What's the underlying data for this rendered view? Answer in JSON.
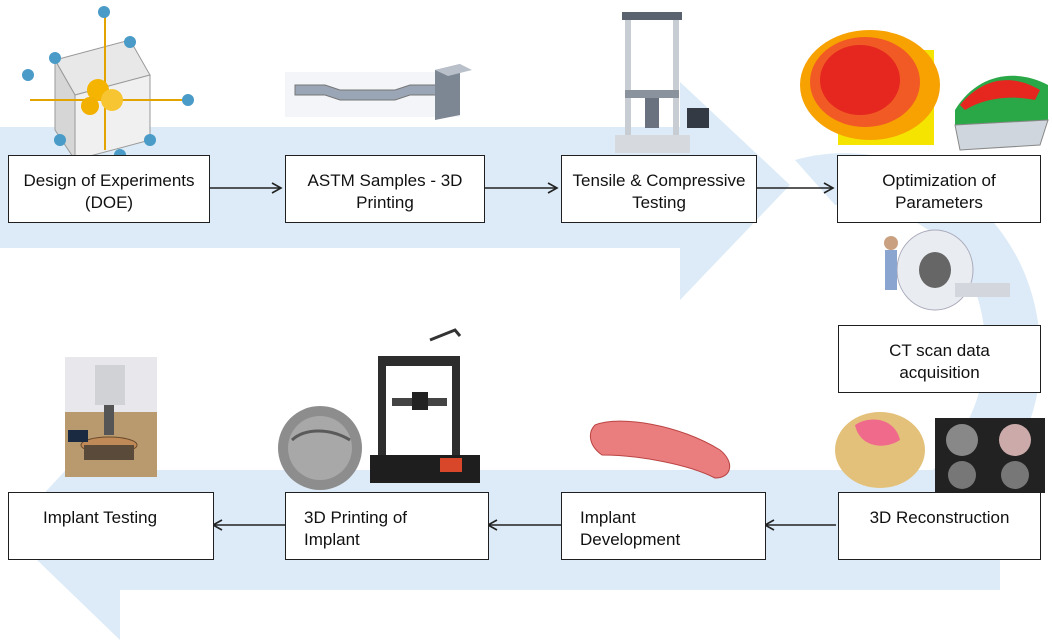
{
  "top_row": [
    {
      "id": "doe",
      "label": "Design of Experiments (DOE)"
    },
    {
      "id": "astm",
      "label": "ASTM Samples - 3D Printing"
    },
    {
      "id": "testing",
      "label": "Tensile & Compressive Testing"
    },
    {
      "id": "optimization",
      "label": "Optimization of Parameters"
    }
  ],
  "middle": {
    "ct_scan": {
      "label": "CT scan data acquisition"
    }
  },
  "bottom_row": [
    {
      "id": "reconstruction",
      "label": "3D Reconstruction"
    },
    {
      "id": "implant_dev",
      "label": "Implant Development"
    },
    {
      "id": "implant_print",
      "label": "3D Printing of Implant"
    },
    {
      "id": "implant_testing",
      "label": "Implant Testing"
    }
  ],
  "colors": {
    "flow_arrow": "#dcebf7",
    "box_border": "#1f1f1f",
    "connector": "#222222"
  },
  "illustrations": [
    "doe-cube-icon",
    "astm-sample-icon",
    "utm-machine-icon",
    "response-surface-plot-icon",
    "ct-scanner-icon",
    "skull-reconstruction-icon",
    "implant-model-icon",
    "3d-printer-icon",
    "printed-implant-icon",
    "implant-test-icon"
  ]
}
